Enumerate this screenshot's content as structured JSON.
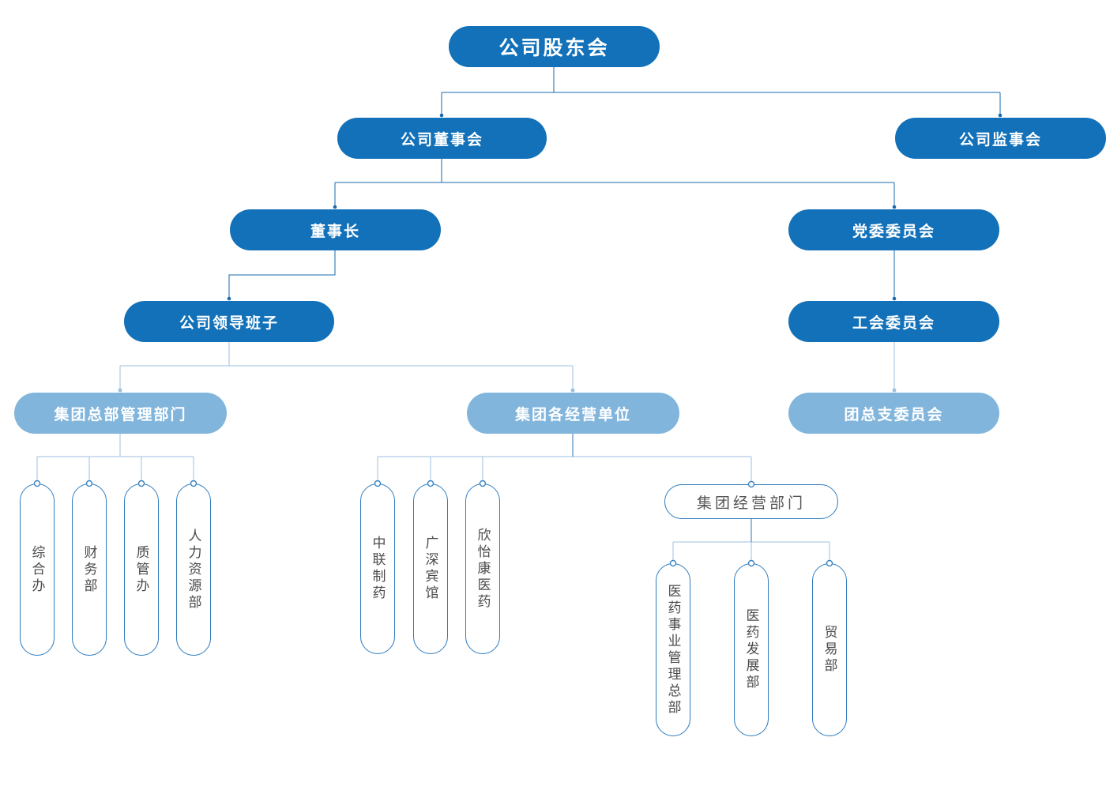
{
  "diagram": {
    "type": "org-chart",
    "language": "zh-CN",
    "background": "#ffffff"
  },
  "colors": {
    "node_primary": "#1271B8",
    "node_secondary": "#82B5DC",
    "node_outline_border": "#2E7CBE",
    "connector_dark": "#1A6AAE",
    "connector_light": "#9CC2E0",
    "connector_medium": "#2E77B4",
    "attachment_ring": "#3A85C4",
    "text_on_fill": "#FFFFFF",
    "text_on_white": "#4A4A4A"
  },
  "nodes": {
    "shareholders": {
      "label": "公司股东会"
    },
    "board": {
      "label": "公司董事会"
    },
    "supervisors": {
      "label": "公司监事会"
    },
    "chairman": {
      "label": "董事长"
    },
    "party_committee": {
      "label": "党委委员会"
    },
    "leadership": {
      "label": "公司领导班子"
    },
    "union_committee": {
      "label": "工会委员会"
    },
    "hq_depts": {
      "label": "集团总部管理部门"
    },
    "business_units": {
      "label": "集团各经营单位"
    },
    "youth_league": {
      "label": "团总支委员会"
    },
    "general_office": {
      "label": "综合办"
    },
    "finance": {
      "label": "财务部"
    },
    "quality": {
      "label": "质管办"
    },
    "hr": {
      "label": "人力资源部"
    },
    "zhonglian_pharma": {
      "label": "中联制药"
    },
    "guangshen_hotel": {
      "label": "广深宾馆"
    },
    "xinyikang_pharma": {
      "label": "欣怡康医药"
    },
    "operations_dept": {
      "label": "集团经营部门"
    },
    "pharma_admin_hq": {
      "label": "医药事业管理总部"
    },
    "pharma_dev": {
      "label": "医药发展部"
    },
    "trade": {
      "label": "贸易部"
    }
  }
}
